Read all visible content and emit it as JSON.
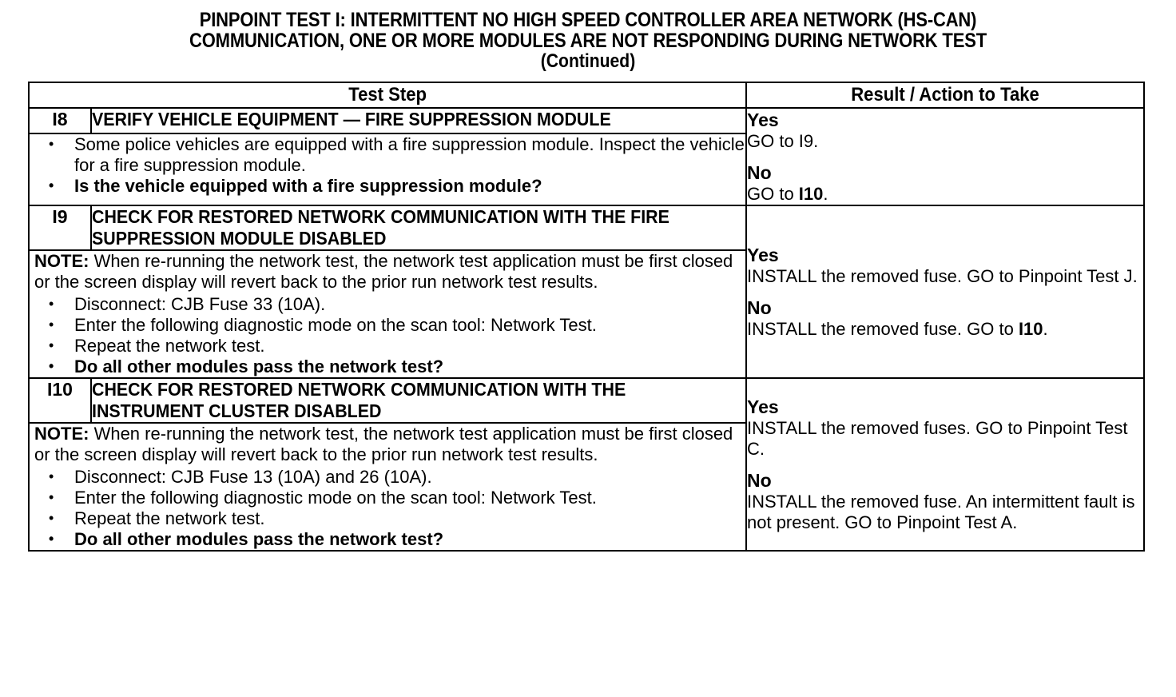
{
  "document": {
    "title_line1": "PINPOINT TEST I: INTERMITTENT NO HIGH SPEED CONTROLLER AREA NETWORK (HS-CAN)",
    "title_line2": "COMMUNICATION, ONE OR MORE MODULES ARE NOT RESPONDING DURING NETWORK TEST",
    "title_continued": "(Continued)"
  },
  "table": {
    "headers": {
      "test_step": "Test Step",
      "result_action": "Result / Action to Take"
    },
    "rows": [
      {
        "id": "I8",
        "step_title": "VERIFY VEHICLE EQUIPMENT — FIRE SUPPRESSION MODULE",
        "note": null,
        "bullets": [
          {
            "text": "Some police vehicles are equipped with a fire suppression module. Inspect the vehicle for a fire suppression module.",
            "bold": false
          },
          {
            "text": "Is the vehicle equipped with a fire suppression module?",
            "bold": true
          }
        ],
        "result": {
          "yes_label": "Yes",
          "yes_text": "GO to I9.",
          "no_label": "No",
          "no_text_pre": "GO to ",
          "no_text_bold": "I10",
          "no_text_post": "."
        }
      },
      {
        "id": "I9",
        "step_title": "CHECK FOR RESTORED NETWORK COMMUNICATION WITH THE FIRE SUPPRESSION MODULE DISABLED",
        "note_label": "NOTE:",
        "note": " When re-running the network test, the network test application must be first closed or the screen display will revert back to the prior run network test results.",
        "bullets": [
          {
            "text": "Disconnect: CJB Fuse 33 (10A).",
            "bold": false
          },
          {
            "text": "Enter the following diagnostic mode on the scan tool: Network Test.",
            "bold": false
          },
          {
            "text": "Repeat the network test.",
            "bold": false
          },
          {
            "text": "Do all other modules pass the network test?",
            "bold": true
          }
        ],
        "result": {
          "yes_label": "Yes",
          "yes_text": "INSTALL the removed fuse. GO to Pinpoint Test J.",
          "no_label": "No",
          "no_text_pre": "INSTALL the removed fuse. GO to ",
          "no_text_bold": "I10",
          "no_text_post": "."
        }
      },
      {
        "id": "I10",
        "step_title": "CHECK FOR RESTORED NETWORK COMMUNICATION WITH THE INSTRUMENT CLUSTER DISABLED",
        "note_label": "NOTE:",
        "note": " When re-running the network test, the network test application must be first closed or the screen display will revert back to the prior run network test results.",
        "bullets": [
          {
            "text": "Disconnect: CJB Fuse 13 (10A) and 26 (10A).",
            "bold": false
          },
          {
            "text": "Enter the following diagnostic mode on the scan tool: Network Test.",
            "bold": false
          },
          {
            "text": "Repeat the network test.",
            "bold": false
          },
          {
            "text": "Do all other modules pass the network test?",
            "bold": true
          }
        ],
        "result": {
          "yes_label": "Yes",
          "yes_text": "INSTALL the removed fuses. GO to Pinpoint Test C.",
          "no_label": "No",
          "no_text_pre": "INSTALL the removed fuse. An intermittent fault is not present. GO to Pinpoint Test A.",
          "no_text_bold": "",
          "no_text_post": ""
        }
      }
    ]
  }
}
